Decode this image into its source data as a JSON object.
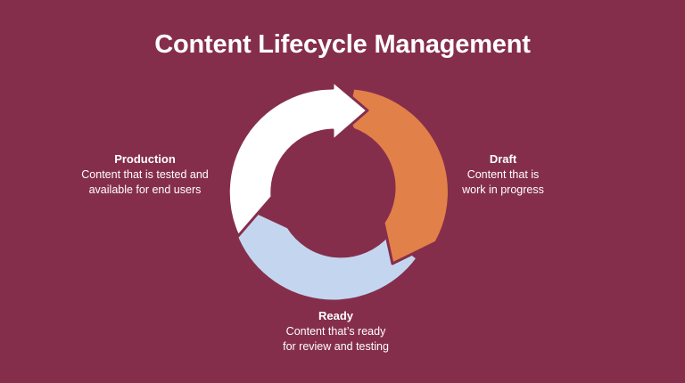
{
  "title": "Content Lifecycle Management",
  "colors": {
    "background": "#852e4c",
    "production": "#ffffff",
    "draft": "#e28049",
    "ready": "#c4d6ef",
    "outline": "#852e4c"
  },
  "stages": [
    {
      "id": "production",
      "heading": "Production",
      "description_lines": [
        "Content that is tested and",
        "available for end users"
      ]
    },
    {
      "id": "draft",
      "heading": "Draft",
      "description_lines": [
        "Content that is",
        "work in progress"
      ]
    },
    {
      "id": "ready",
      "heading": "Ready",
      "description_lines": [
        "Content that’s ready",
        "for review and testing"
      ]
    }
  ]
}
